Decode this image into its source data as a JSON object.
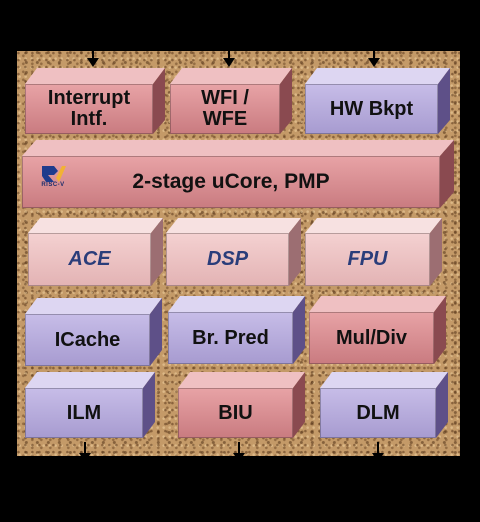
{
  "blocks": {
    "interrupt": "Interrupt\nIntf.",
    "wfi": "WFI /\nWFE",
    "hwbkpt": "HW Bkpt",
    "core": "2-stage uCore, PMP",
    "ace": "ACE",
    "dsp": "DSP",
    "fpu": "FPU",
    "icache": "ICache",
    "brpred": "Br. Pred",
    "muldiv": "Mul/Div",
    "ilm": "ILM",
    "biu": "BIU",
    "dlm": "DLM"
  },
  "logo": {
    "text": "RISC-V",
    "icon": "risc-v-logo-icon"
  },
  "colors": {
    "pink": "#d88f93",
    "lavender": "#b7acdc",
    "light_pink": "#efcacb",
    "board": "#c49a68"
  }
}
